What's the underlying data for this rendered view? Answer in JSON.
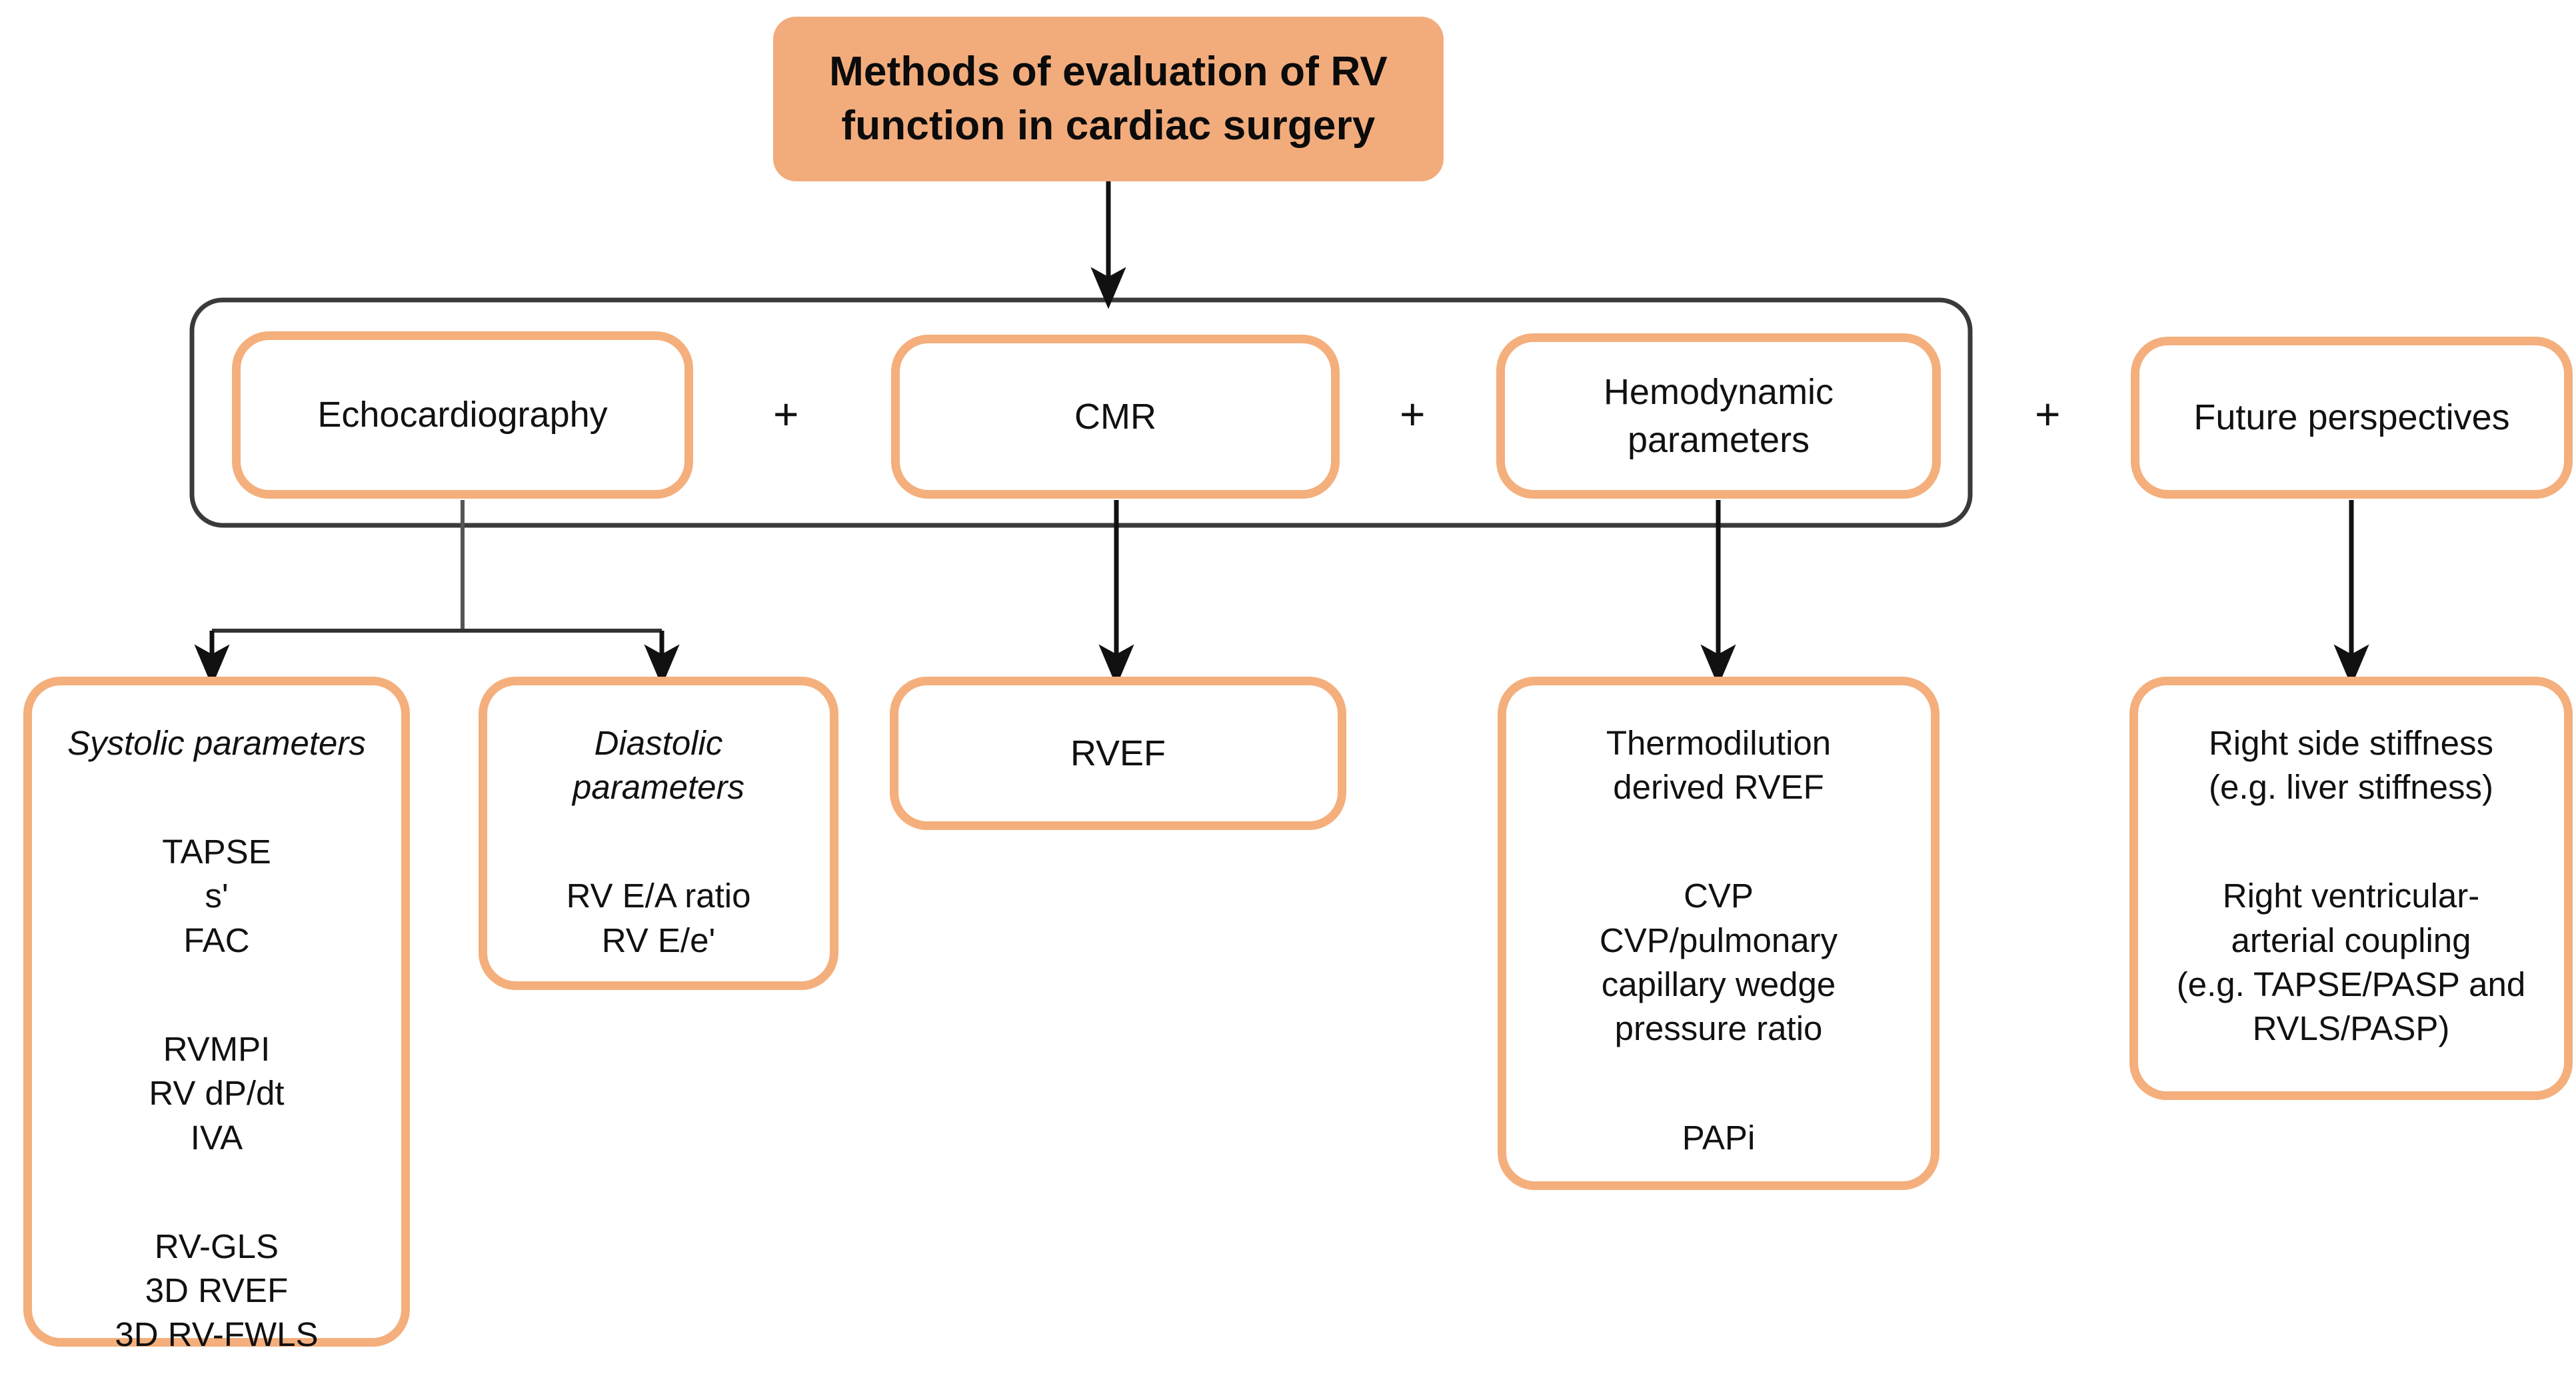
{
  "diagram": {
    "title_box": {
      "line1": "Methods of evaluation of RV",
      "line2": "function in cardiac surgery"
    },
    "group_operators": {
      "op1": "+",
      "op2": "+",
      "op3": "+"
    },
    "modalities": [
      {
        "key": "echocardiography",
        "line1": "Echocardiography",
        "line2": ""
      },
      {
        "key": "cmr",
        "line1": "CMR",
        "line2": ""
      },
      {
        "key": "hemodynamic",
        "line1": "Hemodynamic",
        "line2": "parameters"
      },
      {
        "key": "future",
        "line1": "Future perspectives",
        "line2": ""
      }
    ],
    "details": {
      "systolic": {
        "heading": "Systolic parameters",
        "group1": [
          "TAPSE",
          "s'",
          "FAC"
        ],
        "group2": [
          "RVMPI",
          "RV dP/dt",
          "IVA"
        ],
        "group3": [
          "RV-GLS",
          "3D RVEF",
          "3D RV-FWLS"
        ]
      },
      "diastolic": {
        "heading_line1": "Diastolic",
        "heading_line2": "parameters",
        "group1": [
          "RV E/A ratio",
          "RV E/e'"
        ]
      },
      "cmr": {
        "items": [
          "RVEF"
        ]
      },
      "hemodynamic": {
        "group1": [
          "Thermodilution",
          "derived RVEF"
        ],
        "group2": [
          "CVP",
          "CVP/pulmonary",
          "capillary wedge",
          "pressure ratio"
        ],
        "group3": [
          "PAPi"
        ]
      },
      "future": {
        "group1": [
          "Right side stiffness",
          "(e.g. liver stiffness)"
        ],
        "group2": [
          "Right ventricular-",
          "arterial coupling",
          "(e.g. TAPSE/PASP and",
          "RVLS/PASP)"
        ]
      }
    },
    "colors": {
      "accent_fill": "#F2AC7C",
      "accent_border": "#F4AF7C",
      "connector": "#111111",
      "container_border": "#3a3a3a",
      "text": "#111111",
      "background": "#FFFFFF"
    }
  }
}
